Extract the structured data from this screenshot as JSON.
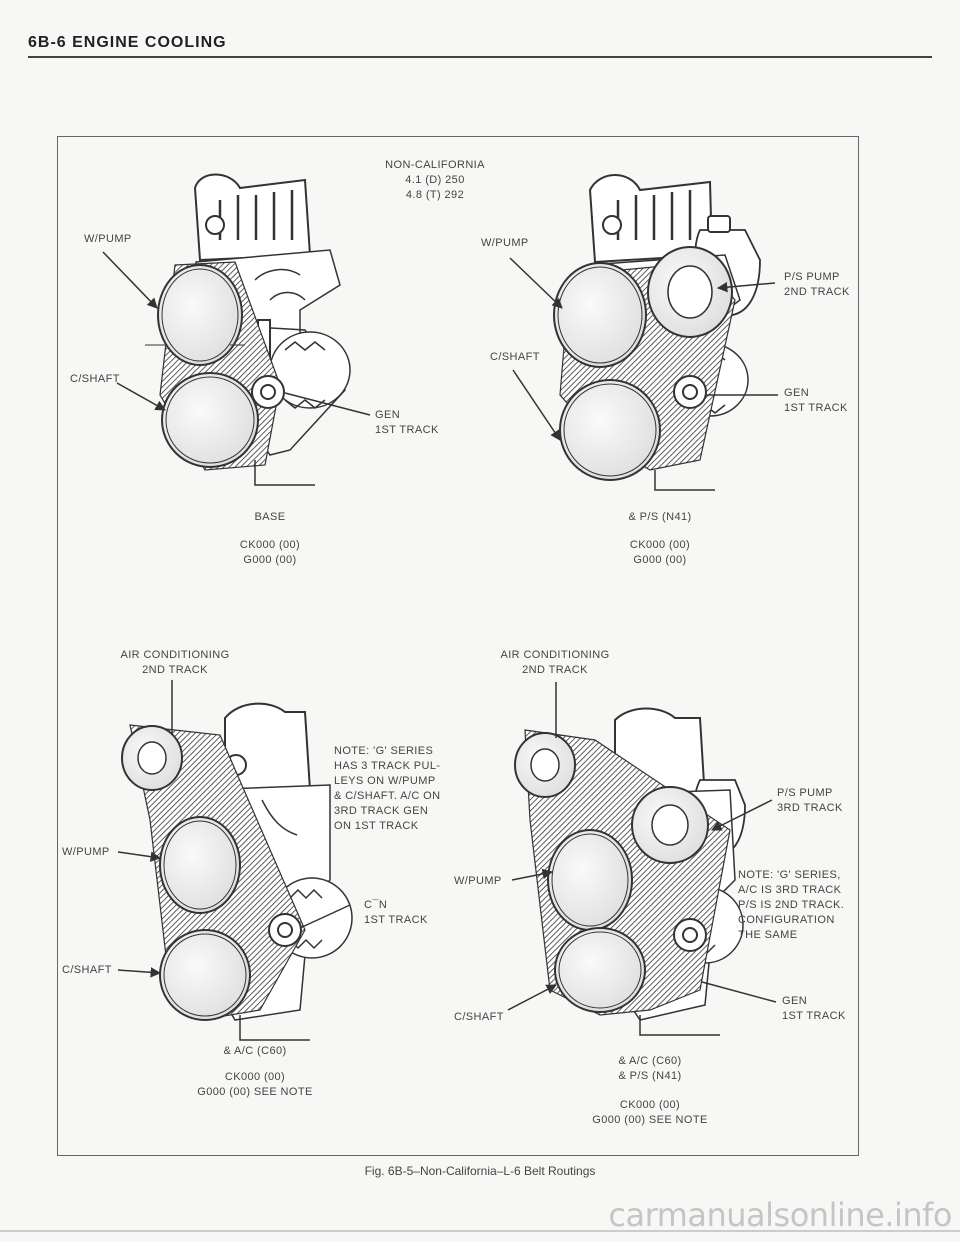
{
  "header": "6B-6   ENGINE COOLING",
  "top_title": [
    "NON-CALIFORNIA",
    "4.1 (D) 250",
    "4.8 (T) 292"
  ],
  "d1": {
    "wpump": "W/PUMP",
    "cshaft": "C/SHAFT",
    "gen": "GEN\n1ST TRACK",
    "title": "BASE",
    "models": "CK000 (00)\nG000 (00)"
  },
  "d2": {
    "wpump": "W/PUMP",
    "cshaft": "C/SHAFT",
    "ps": "P/S PUMP\n2ND TRACK",
    "gen": "GEN\n1ST TRACK",
    "title": "& P/S (N41)",
    "models": "CK000 (00)\nG000 (00)"
  },
  "d3": {
    "ac": "AIR CONDITIONING\n2ND TRACK",
    "note": "NOTE: 'G' SERIES\nHAS 3 TRACK PUL-\nLEYS ON W/PUMP\n& C/SHAFT. A/C ON\n3RD TRACK GEN\nON 1ST TRACK",
    "wpump": "W/PUMP",
    "cshaft": "C/SHAFT",
    "gen": "C¯N\n1ST TRACK",
    "title": "& A/C (C60)",
    "models": "CK000 (00)\nG000 (00) SEE NOTE"
  },
  "d4": {
    "ac": "AIR CONDITIONING\n2ND TRACK",
    "ps": "P/S PUMP\n3RD TRACK",
    "note": "NOTE: 'G' SERIES,\nA/C IS 3RD TRACK\nP/S IS 2ND TRACK.\nCONFIGURATION\nTHE SAME",
    "wpump": "W/PUMP",
    "cshaft": "C/SHAFT",
    "gen": "GEN\n1ST TRACK",
    "title": "& A/C (C60)\n& P/S (N41)",
    "models": "CK000 (00)\nG000 (00) SEE NOTE"
  },
  "caption": "Fig. 6B-5–Non-California–L-6 Belt Routings",
  "watermark": "carmanualsonline.info"
}
